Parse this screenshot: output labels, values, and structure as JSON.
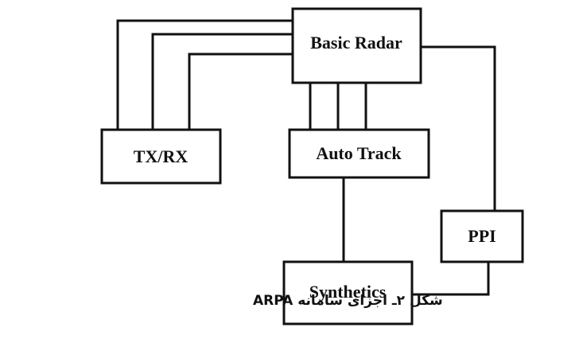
{
  "diagram": {
    "nodes": {
      "basic_radar": "Basic Radar",
      "tx_rx": "TX/RX",
      "auto_track": "Auto Track",
      "ppi": "PPI",
      "synthetics": "Synthetics"
    },
    "caption": "شكل ۲ـ اجزای سامانه ARPA",
    "colors": {
      "stroke": "#111111",
      "background": "#ffffff"
    },
    "edges": [
      {
        "from": "tx_rx",
        "to": "basic_radar",
        "lines": 3
      },
      {
        "from": "basic_radar",
        "to": "auto_track",
        "lines": 3
      },
      {
        "from": "basic_radar",
        "to": "ppi",
        "lines": 1
      },
      {
        "from": "auto_track",
        "to": "synthetics",
        "lines": 1
      },
      {
        "from": "synthetics",
        "to": "ppi",
        "lines": 1
      }
    ]
  }
}
